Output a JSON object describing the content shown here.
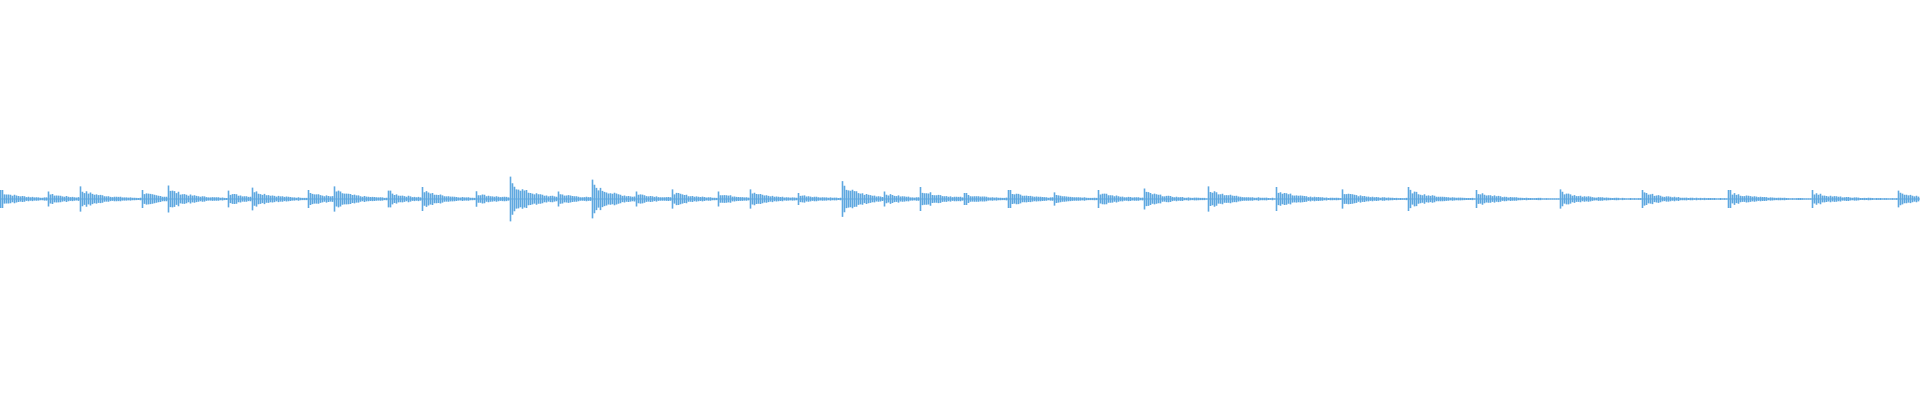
{
  "waveform": {
    "color": "#5fa8e0",
    "background": "#ffffff",
    "baseline_amplitude": 0.03,
    "onsets": [
      {
        "t": 0.0,
        "a": 0.3
      },
      {
        "t": 0.024,
        "a": 0.25
      },
      {
        "t": 0.041,
        "a": 0.42
      },
      {
        "t": 0.073,
        "a": 0.3
      },
      {
        "t": 0.087,
        "a": 0.45
      },
      {
        "t": 0.118,
        "a": 0.28
      },
      {
        "t": 0.131,
        "a": 0.38
      },
      {
        "t": 0.16,
        "a": 0.3
      },
      {
        "t": 0.173,
        "a": 0.42
      },
      {
        "t": 0.202,
        "a": 0.28
      },
      {
        "t": 0.219,
        "a": 0.4
      },
      {
        "t": 0.247,
        "a": 0.26
      },
      {
        "t": 0.265,
        "a": 0.75
      },
      {
        "t": 0.29,
        "a": 0.25
      },
      {
        "t": 0.308,
        "a": 0.65
      },
      {
        "t": 0.331,
        "a": 0.25
      },
      {
        "t": 0.349,
        "a": 0.32
      },
      {
        "t": 0.373,
        "a": 0.25
      },
      {
        "t": 0.39,
        "a": 0.32
      },
      {
        "t": 0.415,
        "a": 0.2
      },
      {
        "t": 0.438,
        "a": 0.6
      },
      {
        "t": 0.46,
        "a": 0.25
      },
      {
        "t": 0.479,
        "a": 0.4
      },
      {
        "t": 0.502,
        "a": 0.2
      },
      {
        "t": 0.525,
        "a": 0.3
      },
      {
        "t": 0.548,
        "a": 0.22
      },
      {
        "t": 0.571,
        "a": 0.3
      },
      {
        "t": 0.595,
        "a": 0.35
      },
      {
        "t": 0.629,
        "a": 0.42
      },
      {
        "t": 0.664,
        "a": 0.4
      },
      {
        "t": 0.698,
        "a": 0.32
      },
      {
        "t": 0.733,
        "a": 0.4
      },
      {
        "t": 0.768,
        "a": 0.3
      },
      {
        "t": 0.812,
        "a": 0.32
      },
      {
        "t": 0.855,
        "a": 0.3
      },
      {
        "t": 0.9,
        "a": 0.3
      },
      {
        "t": 0.943,
        "a": 0.3
      },
      {
        "t": 0.988,
        "a": 0.28
      }
    ]
  }
}
